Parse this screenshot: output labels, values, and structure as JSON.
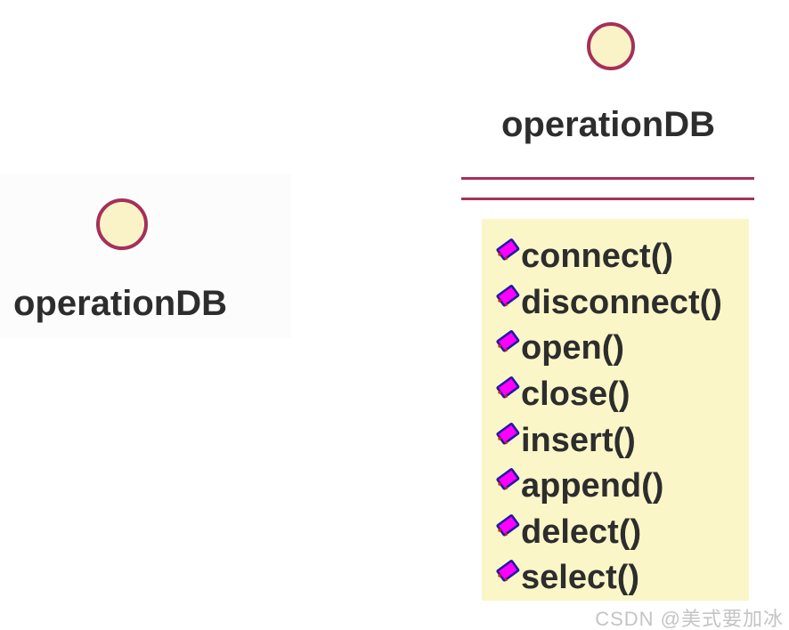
{
  "lollipop": {
    "interface_name": "operationDB"
  },
  "class_box": {
    "interface_name": "operationDB",
    "methods": [
      "connect()",
      "disconnect()",
      "open()",
      "close()",
      "insert()",
      "append()",
      "delect()",
      "select()"
    ]
  },
  "watermark": "CSDN @美式要加冰",
  "colors": {
    "crimson": "#A5305A",
    "circle_fill": "#FAF3C8",
    "box_fill": "#FAF6C8",
    "text": "#2D2D2D",
    "magenta": "#FF00FF",
    "navy": "#1D1D9E",
    "red_accent": "#CF2B00",
    "watermark_gray": "#C4C4C4"
  }
}
